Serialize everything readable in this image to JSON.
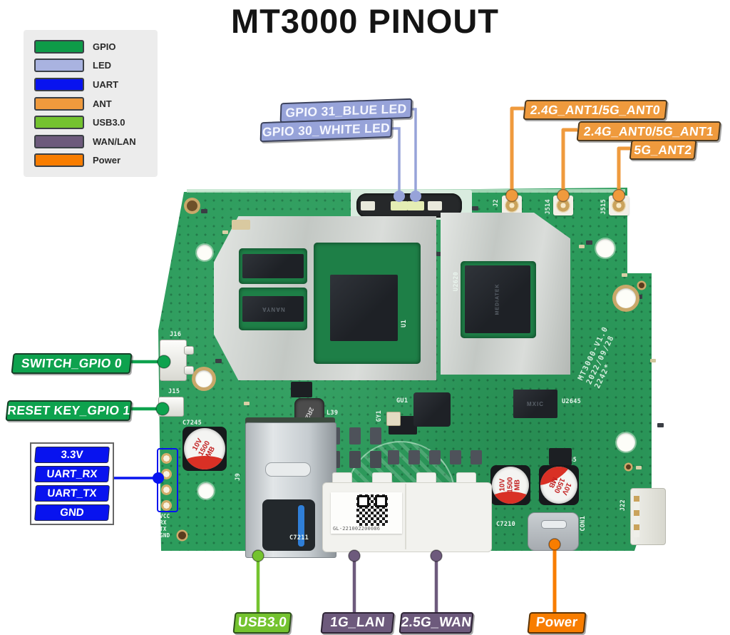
{
  "title": "MT3000 PINOUT",
  "colors": {
    "gpio": "#0e9b48",
    "led": "#a9b3e0",
    "uart": "#0813ef",
    "ant": "#ef9a3d",
    "usb3": "#74c32f",
    "wanlan": "#6d5a7c",
    "power": "#f87d00",
    "pcb": "#2c9c5c"
  },
  "legend": {
    "items": [
      {
        "label": "GPIO",
        "type": "gpio"
      },
      {
        "label": "LED",
        "type": "led"
      },
      {
        "label": "UART",
        "type": "uart"
      },
      {
        "label": "ANT",
        "type": "ant"
      },
      {
        "label": "USB3.0",
        "type": "usb3"
      },
      {
        "label": "WAN/LAN",
        "type": "wanlan"
      },
      {
        "label": "Power",
        "type": "power"
      }
    ]
  },
  "callouts": {
    "gpio31": {
      "label": "GPIO 31_BLUE LED"
    },
    "gpio30": {
      "label": "GPIO 30_WHITE LED"
    },
    "ant1": {
      "label": "2.4G_ANT1/5G_ANT0"
    },
    "ant0": {
      "label": "2.4G_ANT0/5G_ANT1"
    },
    "ant2": {
      "label": "5G_ANT2"
    },
    "switch_gpio": {
      "label": "SWITCH_GPIO 0"
    },
    "reset_key": {
      "label": "RESET KEY_GPIO 1"
    },
    "uart": {
      "pins": [
        "3.3V",
        "UART_RX",
        "UART_TX",
        "GND"
      ]
    },
    "usb3": {
      "label": "USB3.0"
    },
    "lan": {
      "label": "1G_LAN"
    },
    "wan": {
      "label": "2.5G_WAN"
    },
    "power": {
      "label": "Power"
    }
  },
  "board": {
    "silkscreen": {
      "j16": "J16",
      "j15": "J15",
      "j9": "J9",
      "j2": "J2",
      "j514": "J514",
      "j515": "J515",
      "j22": "J22",
      "con1": "CON1",
      "c7245_a": "C7245",
      "c7245_b": "C7245",
      "c7210": "C7210",
      "c7211": "C7211",
      "l39": "L39",
      "gu1": "GU1",
      "gy1": "GY1",
      "u1": "U1",
      "u2620": "U2620",
      "u2645": "U2645",
      "ind": "2R2",
      "vcc": "VCC",
      "rx": "RX",
      "tx": "TX",
      "gnd": "GND",
      "version_line1": "MT3000-V1.0",
      "version_line2": "2022/09/28",
      "version_line3": "2242*"
    },
    "sticker_code": "GL-221002200086",
    "cap_label": "10V 1500 MB",
    "chip_brand_nanya": "NANYA",
    "chip_brand_mtk": "MEDIATEK",
    "chip_brand_mxic": "MXIC"
  }
}
